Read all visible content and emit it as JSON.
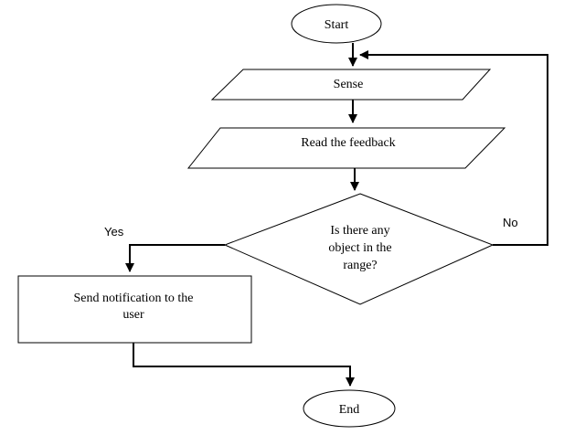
{
  "nodes": {
    "start": {
      "label": "Start"
    },
    "sense": {
      "label": "Sense"
    },
    "read_feedback": {
      "label": "Read the feedback"
    },
    "decision": {
      "lines": [
        "Is there any",
        "object in the",
        "range?"
      ]
    },
    "notify": {
      "lines": [
        "Send notification to the",
        "user"
      ]
    },
    "end": {
      "label": "End"
    }
  },
  "edges": {
    "yes_label": "Yes",
    "no_label": "No"
  }
}
